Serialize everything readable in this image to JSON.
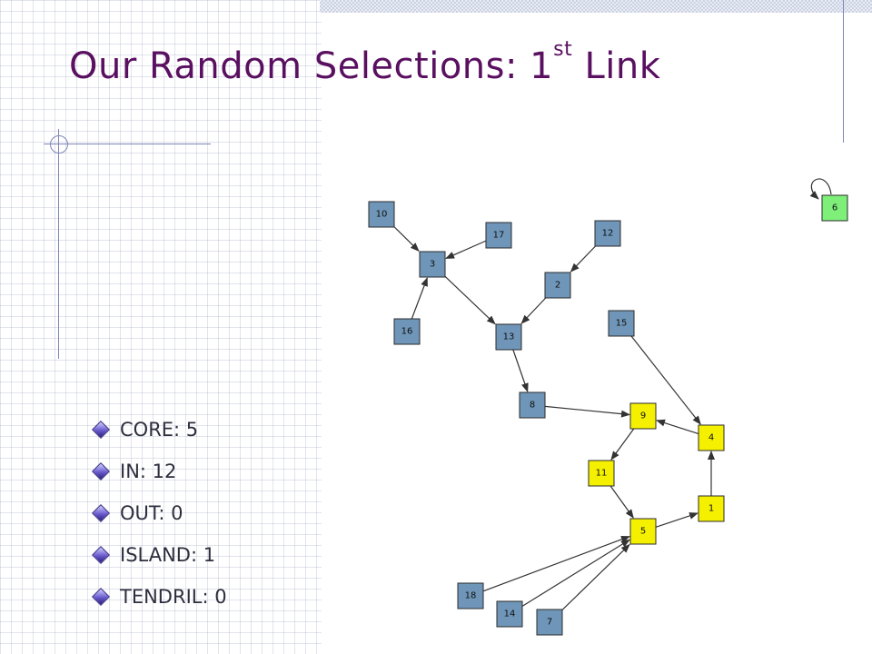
{
  "slide": {
    "title_main": "Our Random Selections: 1",
    "title_sup": "st",
    "title_end": " Link"
  },
  "bullets": [
    {
      "label": "CORE: 5"
    },
    {
      "label": "IN: 12"
    },
    {
      "label": "OUT: 0"
    },
    {
      "label": "ISLAND: 1"
    },
    {
      "label": "TENDRIL: 0"
    }
  ],
  "colors": {
    "title": "#5a1060",
    "in_node": "#6f96b8",
    "core_node": "#f5f000",
    "island_node": "#7ef07a",
    "edge": "#333333"
  },
  "graph": {
    "nodes": [
      {
        "id": "10",
        "group": "in"
      },
      {
        "id": "17",
        "group": "in"
      },
      {
        "id": "12",
        "group": "in"
      },
      {
        "id": "3",
        "group": "in"
      },
      {
        "id": "2",
        "group": "in"
      },
      {
        "id": "16",
        "group": "in"
      },
      {
        "id": "13",
        "group": "in"
      },
      {
        "id": "15",
        "group": "in"
      },
      {
        "id": "8",
        "group": "in"
      },
      {
        "id": "18",
        "group": "in"
      },
      {
        "id": "14",
        "group": "in"
      },
      {
        "id": "7",
        "group": "in"
      },
      {
        "id": "9",
        "group": "core"
      },
      {
        "id": "4",
        "group": "core"
      },
      {
        "id": "11",
        "group": "core"
      },
      {
        "id": "5",
        "group": "core"
      },
      {
        "id": "1",
        "group": "core"
      },
      {
        "id": "6",
        "group": "island"
      }
    ],
    "edges": [
      [
        "10",
        "3"
      ],
      [
        "17",
        "3"
      ],
      [
        "16",
        "3"
      ],
      [
        "3",
        "13"
      ],
      [
        "12",
        "2"
      ],
      [
        "2",
        "13"
      ],
      [
        "13",
        "8"
      ],
      [
        "8",
        "9"
      ],
      [
        "15",
        "4"
      ],
      [
        "4",
        "9"
      ],
      [
        "9",
        "11"
      ],
      [
        "11",
        "5"
      ],
      [
        "5",
        "1"
      ],
      [
        "1",
        "4"
      ],
      [
        "18",
        "5"
      ],
      [
        "14",
        "5"
      ],
      [
        "7",
        "5"
      ],
      [
        "6",
        "6"
      ]
    ]
  }
}
